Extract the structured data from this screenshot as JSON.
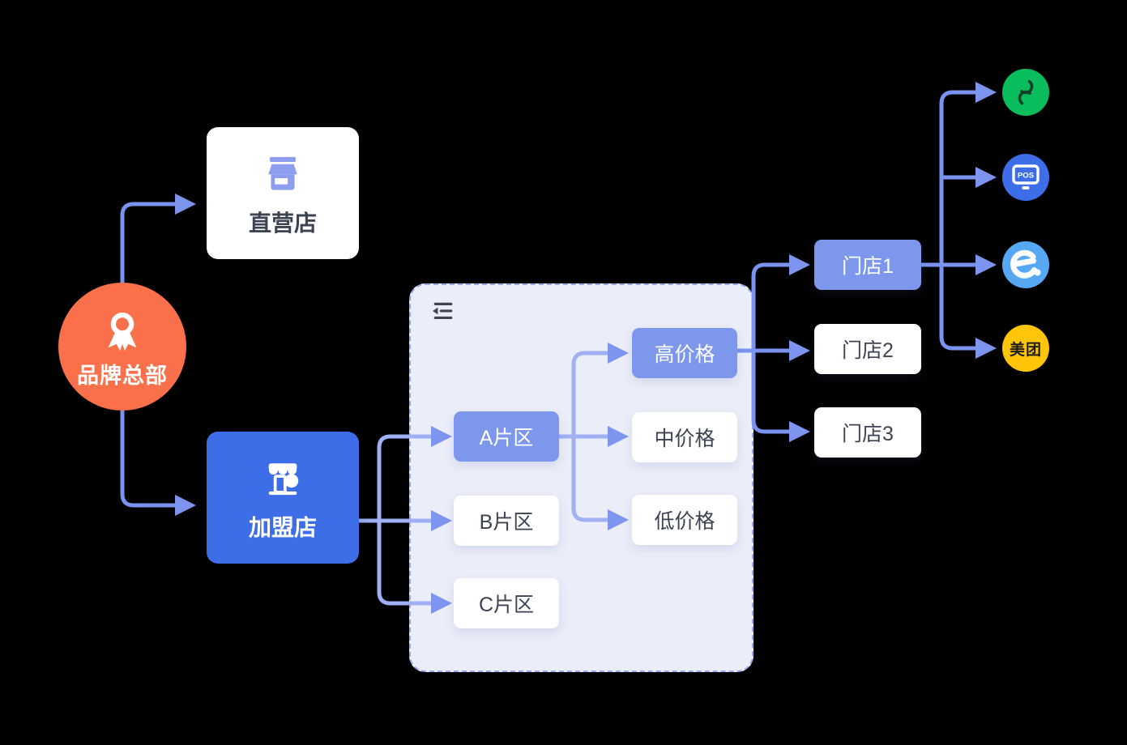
{
  "diagram": {
    "hq": {
      "label": "品牌总部"
    },
    "direct_store": {
      "label": "直营店"
    },
    "franchise_store": {
      "label": "加盟店"
    },
    "zones": [
      {
        "label": "A片区",
        "active": true
      },
      {
        "label": "B片区",
        "active": false
      },
      {
        "label": "C片区",
        "active": false
      }
    ],
    "prices": [
      {
        "label": "高价格",
        "active": true
      },
      {
        "label": "中价格",
        "active": false
      },
      {
        "label": "低价格",
        "active": false
      }
    ],
    "stores": [
      {
        "label": "门店1",
        "active": true
      },
      {
        "label": "门店2",
        "active": false
      },
      {
        "label": "门店3",
        "active": false
      }
    ],
    "channels": [
      {
        "name": "wechat-mini-program",
        "label": "",
        "color": "#09BD5C"
      },
      {
        "name": "pos-terminal",
        "label": "POS",
        "color": "#3D6EE8"
      },
      {
        "name": "eleme",
        "label": "",
        "color": "#57A8F4"
      },
      {
        "name": "meituan",
        "label": "美团",
        "color": "#FFC508"
      }
    ],
    "colors": {
      "hq_orange": "#F9704A",
      "primary_blue": "#3D6EE8",
      "highlight_periwinkle": "#7D97ED",
      "connector_strong": "#7B93F0",
      "connector_light": "#9FB0F4",
      "panel_bg": "#EBEDF8",
      "panel_border": "#97A7EF",
      "text_dark": "#3C4254"
    }
  }
}
